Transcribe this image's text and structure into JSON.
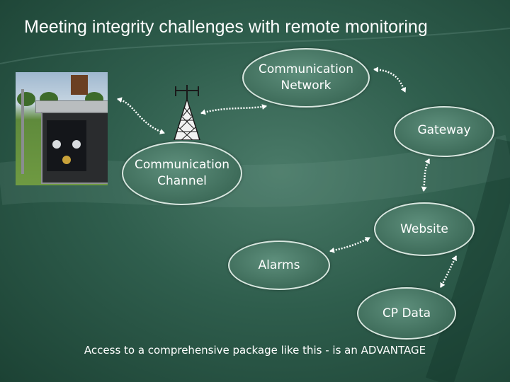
{
  "title": "Meeting integrity challenges with remote monitoring",
  "nodes": {
    "communication_network": "Communication\nNetwork",
    "gateway": "Gateway",
    "communication_channel": "Communication\nChannel",
    "website": "Website",
    "alarms": "Alarms",
    "cp_data": "CP Data"
  },
  "footer": "Access to a comprehensive package like this - is an ADVANTAGE",
  "colors": {
    "background": "#2f5e4d",
    "node_fill": "#3e6c5a",
    "node_border": "#d8e6df",
    "text": "#ffffff"
  },
  "icons": {
    "tower": "radio-tower-icon",
    "photo": "rectifier-cabinet-photo",
    "connector": "double-arrow-connector"
  }
}
